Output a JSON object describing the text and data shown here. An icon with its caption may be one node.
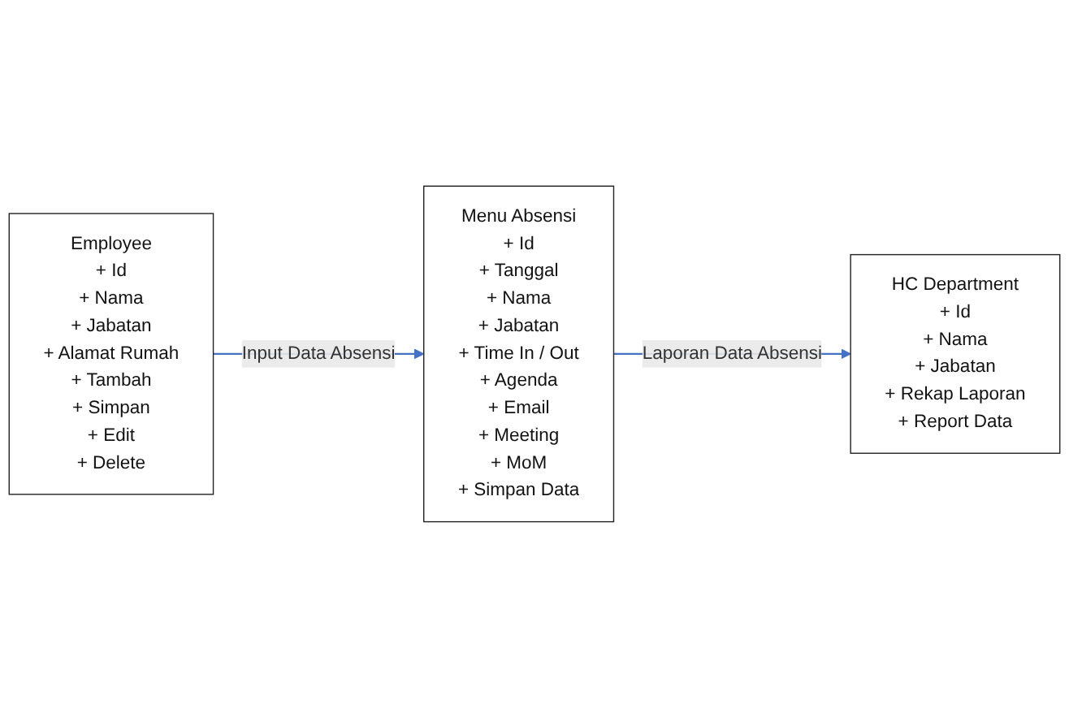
{
  "diagram": {
    "nodes": [
      {
        "text": [
          "Employee",
          "+ Id",
          "+ Nama",
          "+ Jabatan",
          "+ Alamat Rumah",
          "+ Tambah",
          "+ Simpan",
          "+ Edit",
          "+ Delete"
        ]
      },
      {
        "text": [
          "Menu Absensi",
          "+ Id",
          "+ Tanggal",
          "+ Nama",
          "+ Jabatan",
          "+ Time In / Out",
          "+ Agenda",
          "+ Email",
          "+ Meeting",
          "+ MoM",
          "+ Simpan Data"
        ]
      },
      {
        "text": [
          "HC Department",
          "+ Id",
          "+ Nama",
          "+ Jabatan",
          "+ Rekap Laporan",
          "+ Report Data"
        ]
      }
    ],
    "edges": [
      {
        "from": 0,
        "to": 1,
        "arrow": "to",
        "label": "Input Data Absensi"
      },
      {
        "from": 1,
        "to": 2,
        "arrow": "to",
        "label": "Laporan Data Absensi"
      }
    ]
  }
}
